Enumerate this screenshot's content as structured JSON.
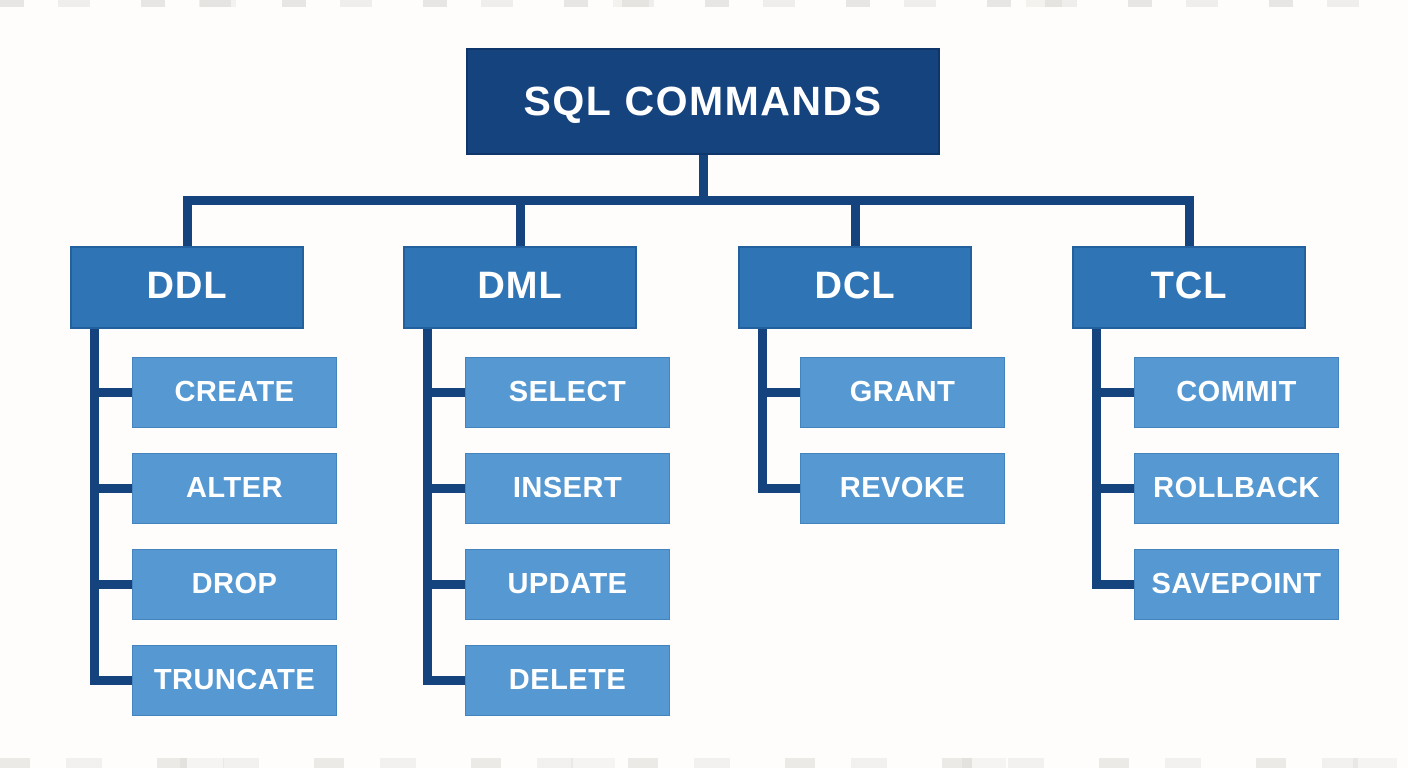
{
  "diagram": {
    "title": "SQL COMMANDS",
    "categories": [
      {
        "id": "ddl",
        "label": "DDL",
        "children": [
          "CREATE",
          "ALTER",
          "DROP",
          "TRUNCATE"
        ]
      },
      {
        "id": "dml",
        "label": "DML",
        "children": [
          "SELECT",
          "INSERT",
          "UPDATE",
          "DELETE"
        ]
      },
      {
        "id": "dcl",
        "label": "DCL",
        "children": [
          "GRANT",
          "REVOKE"
        ]
      },
      {
        "id": "tcl",
        "label": "TCL",
        "children": [
          "COMMIT",
          "ROLLBACK",
          "SAVEPOINT"
        ]
      }
    ],
    "colors": {
      "root_box": "#15437E",
      "category_box": "#2F74B5",
      "child_box": "#5598D2",
      "connector": "#15437E",
      "text": "#FFFFFF",
      "background": "#FEFDFB"
    }
  }
}
